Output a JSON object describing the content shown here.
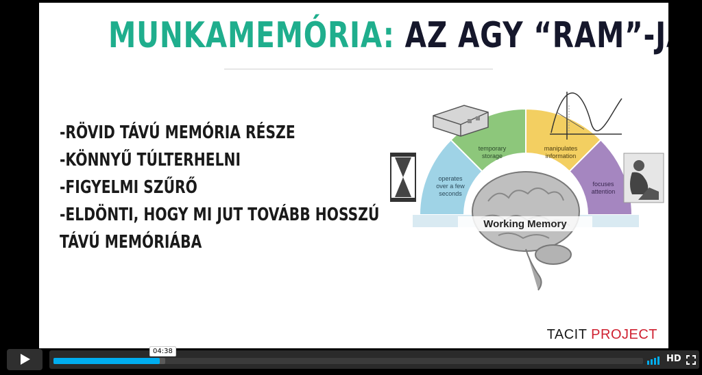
{
  "slide": {
    "title_part1": "MUNKAMEMÓRIA:",
    "title_part2": "AZ AGY “RAM”-JA",
    "bullets": [
      "-RÖVID TÁVÚ MEMÓRIA RÉSZE",
      "-KÖNNYŰ TÚLTERHELNI",
      "-FIGYELMI SZŰRŐ",
      "-ELDÖNTI, HOGY MI JUT TOVÁBB HOSSZÚ",
      "TÁVÚ MEMÓRIÁBA"
    ],
    "brand_part1": "TACIT",
    "brand_part2": "PROJECT",
    "diagram": {
      "center_label": "Working Memory",
      "segments": [
        {
          "line1": "operates",
          "line2": "over a few",
          "line3": "seconds",
          "color": "#9fd3e6"
        },
        {
          "line1": "temporary",
          "line2": "storage",
          "line3": "",
          "color": "#8dc77b"
        },
        {
          "line1": "manipulates",
          "line2": "information",
          "line3": "",
          "color": "#f3cf61"
        },
        {
          "line1": "focuses",
          "line2": "attention",
          "line3": "",
          "color": "#a586c0"
        }
      ]
    }
  },
  "player": {
    "timecode": "04:38",
    "progress": 0.18,
    "buffered": 0.19,
    "hd_label": "HD",
    "accent": "#00adef"
  }
}
